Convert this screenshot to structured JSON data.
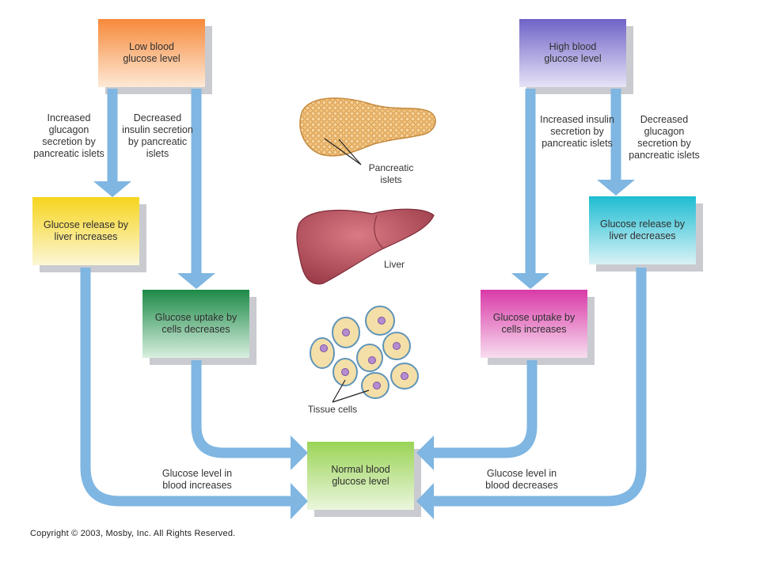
{
  "boxes": {
    "low_glucose": "Low blood glucose level",
    "high_glucose": "High blood glucose level",
    "release_increases": "Glucose release by liver increases",
    "release_decreases": "Glucose release by liver decreases",
    "uptake_decreases": "Glucose uptake by cells decreases",
    "uptake_increases": "Glucose uptake by cells increases",
    "normal": "Normal blood glucose level"
  },
  "box_colors": {
    "low_glucose": "#f7a05a",
    "high_glucose": "#8a82d4",
    "release_increases": "#f7dc3c",
    "release_decreases": "#3fc6d6",
    "uptake_decreases": "#2c9a58",
    "uptake_increases": "#e252b6",
    "normal": "#a6d867"
  },
  "arrow_color": "#7fb6e2",
  "edge_labels": {
    "increased_glucagon": "Increased glucagon secretion by pancreatic islets",
    "decreased_insulin": "Decreased insulin secretion by pancreatic islets",
    "increased_insulin": "Increased insulin secretion by pancreatic islets",
    "decreased_glucagon": "Decreased glucagon secretion by pancreatic islets",
    "level_increases": "Glucose level in blood increases",
    "level_decreases": "Glucose level in blood decreases"
  },
  "organ_labels": {
    "pancreas": "Pancreatic islets",
    "liver": "Liver",
    "tissue": "Tissue cells"
  },
  "icons": [
    "pancreas-icon",
    "liver-icon",
    "tissue-cells-icon"
  ],
  "copyright": "Copyright © 2003, Mosby, Inc. All Rights Reserved."
}
